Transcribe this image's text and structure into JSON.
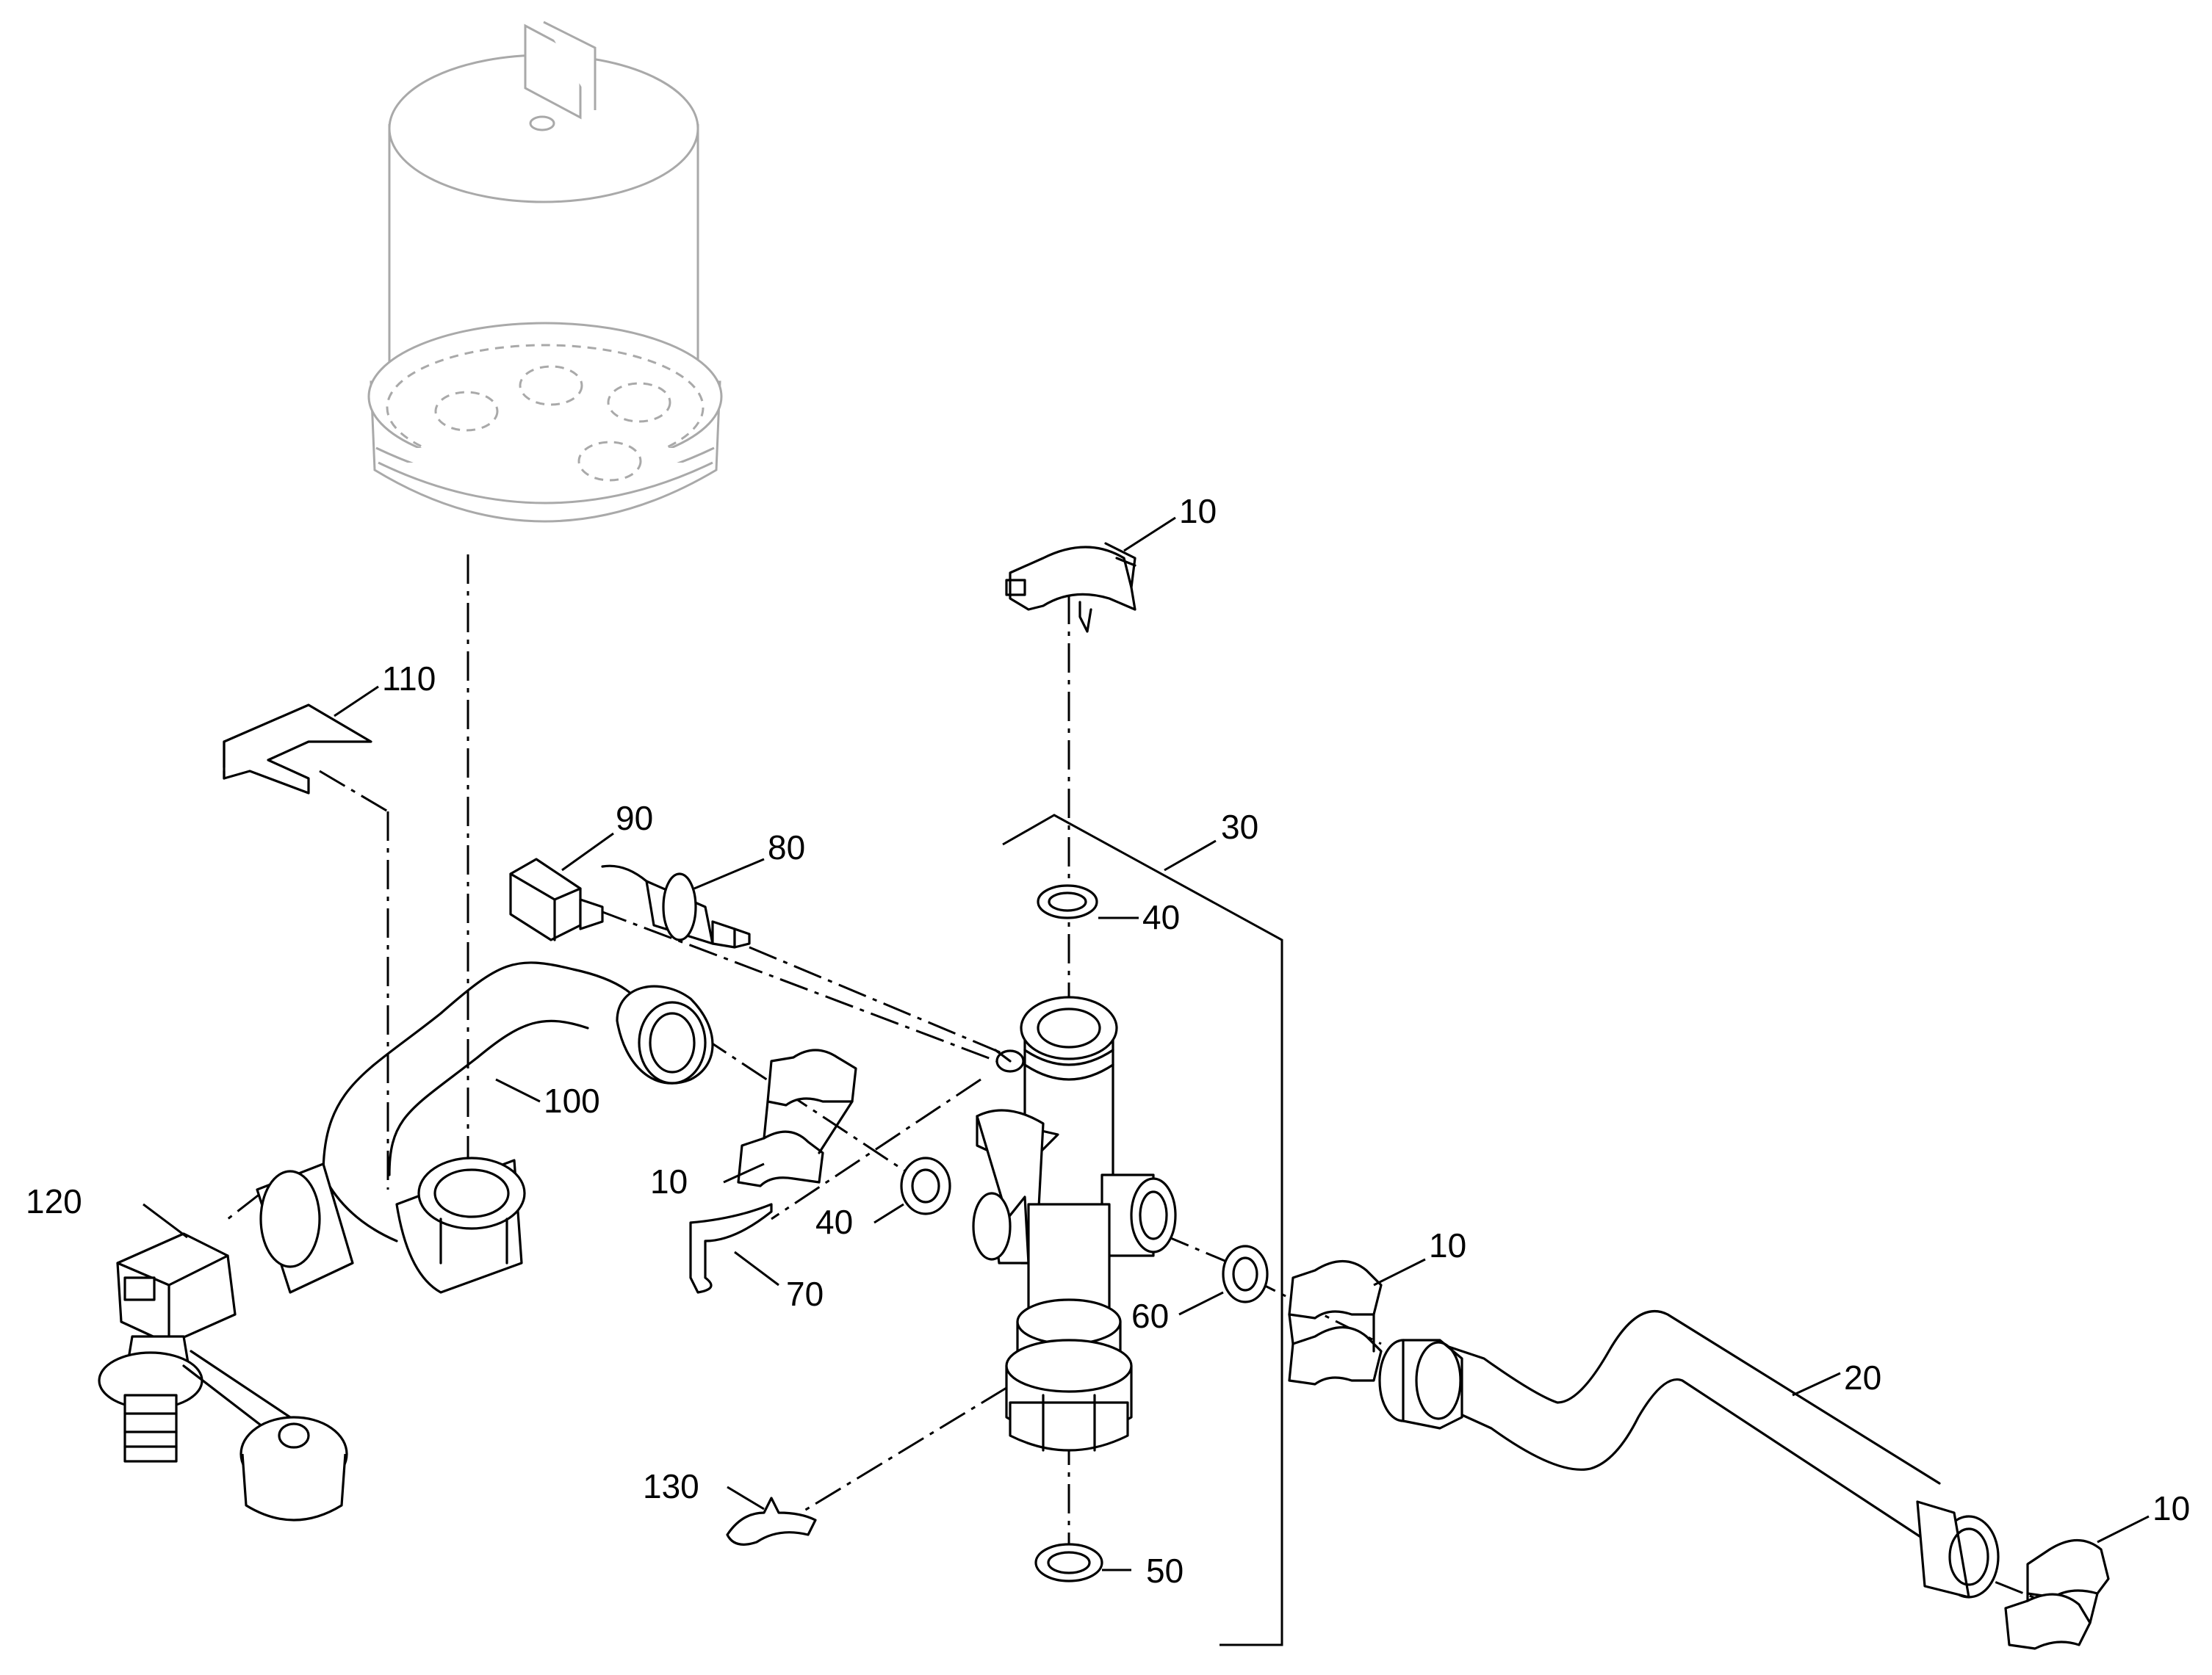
{
  "diagram": {
    "labels": {
      "l10_top": "10",
      "l110": "110",
      "l90": "90",
      "l80": "80",
      "l30": "30",
      "l40_top": "40",
      "l100": "100",
      "l120": "120",
      "l10_mid": "10",
      "l40_mid": "40",
      "l70": "70",
      "l60": "60",
      "l10_right": "10",
      "l20": "20",
      "l130": "130",
      "l50": "50",
      "l10_far": "10"
    }
  }
}
